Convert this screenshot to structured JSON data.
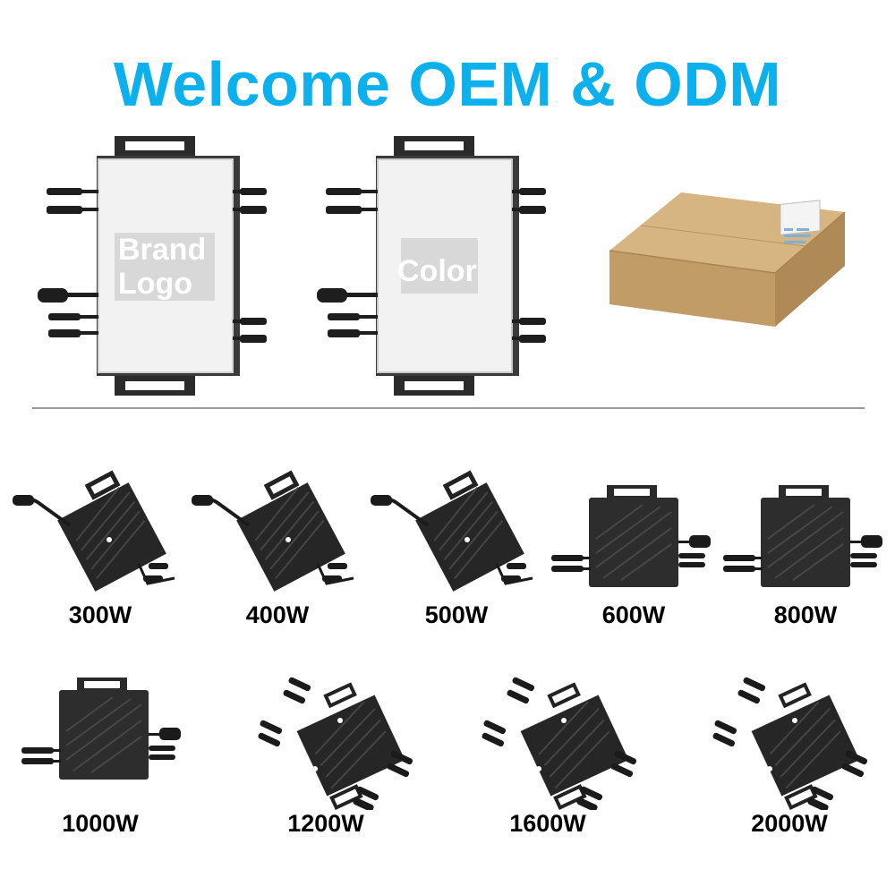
{
  "headline": "Welcome OEM & ODM",
  "colors": {
    "headline": "#0bb0ec",
    "inverter_body_white": "#f2f2f2",
    "inverter_body_black": "#2a2a2a",
    "box_kraft": "#c9a571",
    "divider": "#9a9a9a"
  },
  "oem_samples": [
    {
      "label_line1": "Brand",
      "label_line2": "Logo"
    },
    {
      "label_line1": "Color",
      "label_line2": ""
    }
  ],
  "packaging": {
    "icon": "shipping-box-icon"
  },
  "products": [
    {
      "power": "300W",
      "icon": "microinverter-icon"
    },
    {
      "power": "400W",
      "icon": "microinverter-icon"
    },
    {
      "power": "500W",
      "icon": "microinverter-icon"
    },
    {
      "power": "600W",
      "icon": "microinverter-icon"
    },
    {
      "power": "800W",
      "icon": "microinverter-icon"
    },
    {
      "power": "1000W",
      "icon": "microinverter-icon"
    },
    {
      "power": "1200W",
      "icon": "microinverter-icon"
    },
    {
      "power": "1600W",
      "icon": "microinverter-icon"
    },
    {
      "power": "2000W",
      "icon": "microinverter-icon"
    }
  ]
}
